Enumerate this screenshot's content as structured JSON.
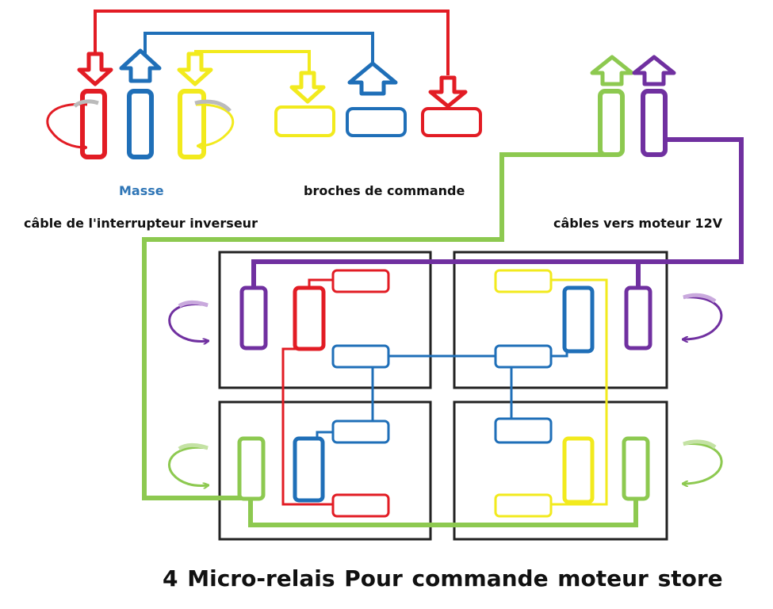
{
  "labels": {
    "masse": "Masse",
    "broches": "broches de commande",
    "cable_inverseur": "câble de l'interrupteur inverseur",
    "cables_moteur": "câbles vers moteur 12V",
    "title": "4  Micro-relais    Pour commande moteur store"
  },
  "colors": {
    "red": "#e21c24",
    "blue": "#1f6fb8",
    "yellow": "#f2ea1d",
    "green": "#8dc950",
    "purple": "#7030a0",
    "masse_label": "#2e75b6",
    "text": "#111111",
    "relay_frame": "#222222"
  },
  "icons": [
    "arrow-down-red-icon",
    "arrow-up-blue-icon",
    "arrow-down-yellow-icon",
    "arrow-down-yellow-icon",
    "arrow-up-blue-icon",
    "arrow-down-red-icon",
    "arrow-up-green-icon",
    "arrow-up-purple-icon",
    "rotate-arrow-red-icon",
    "rotate-arrow-yellow-icon",
    "rotate-arrow-purple-icon",
    "rotate-arrow-green-icon"
  ]
}
